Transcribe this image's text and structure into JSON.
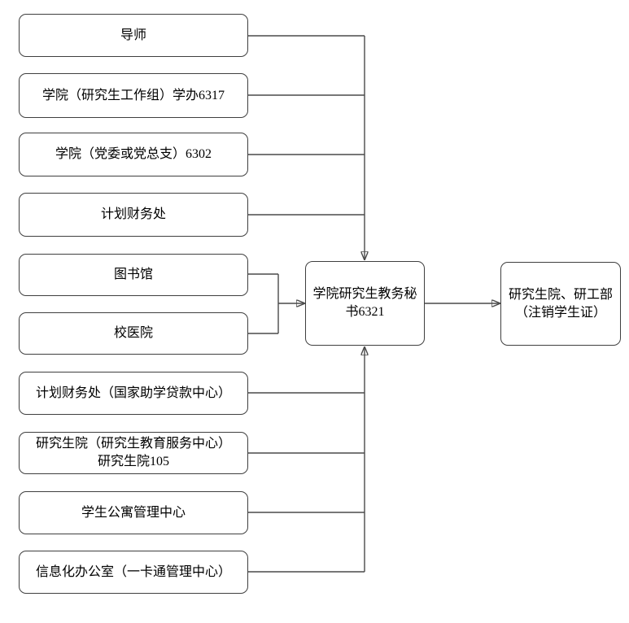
{
  "diagram": {
    "type": "flowchart",
    "colors": {
      "background": "#ffffff",
      "box_fill": "#ffffff",
      "box_border": "#3f3f3f",
      "connector": "#4a4a4a",
      "arrowhead": "#2f2f2f",
      "text": "#000000"
    },
    "source_boxes": [
      {
        "label": "导师"
      },
      {
        "label": "学院（研究生工作组）学办6317"
      },
      {
        "label": "学院（党委或党总支）6302"
      },
      {
        "label": "计划财务处"
      },
      {
        "label": "图书馆"
      },
      {
        "label": "校医院"
      },
      {
        "label": "计划财务处（国家助学贷款中心）"
      },
      {
        "label": "研究生院（研究生教育服务中心）\n研究生院105"
      },
      {
        "label": "学生公寓管理中心"
      },
      {
        "label": "信息化办公室（一卡通管理中心）"
      }
    ],
    "center_box": {
      "label": "学院研究生教务秘\n书6321"
    },
    "end_box": {
      "label": "研究生院、研工部\n（注销学生证）"
    }
  }
}
